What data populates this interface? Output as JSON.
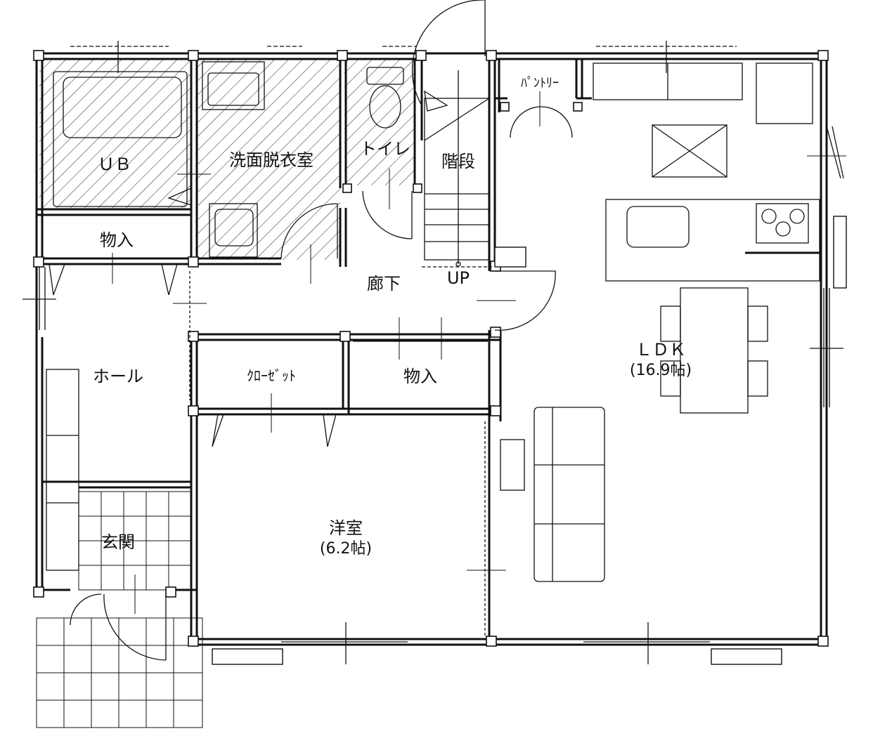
{
  "rooms": {
    "ub": "ＵＢ",
    "washroom": "洗面脱衣室",
    "toilet": "トイレ",
    "stairs": "階段",
    "pantry": "ﾊﾟﾝﾄﾘｰ",
    "ldk": "ＬＤＫ",
    "ldk_area": "(16.9帖)",
    "storage_ub": "物入",
    "corridor": "廊下",
    "up": "UP",
    "hall": "ホール",
    "closet": "ｸﾛｰｾﾞｯﾄ",
    "storage_corridor": "物入",
    "western_room": "洋室",
    "western_area": "(6.2帖)",
    "entrance": "玄関"
  }
}
